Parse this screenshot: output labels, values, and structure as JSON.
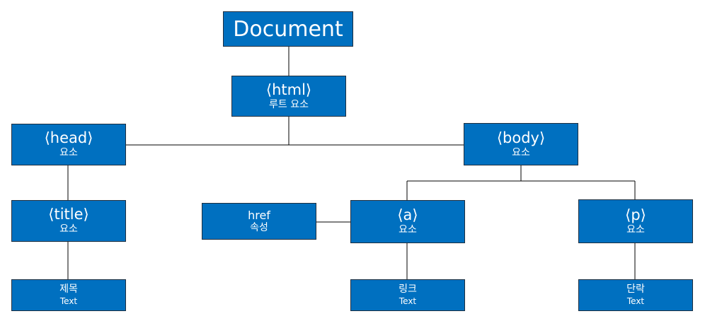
{
  "diagram": {
    "nodes": {
      "document": {
        "label": "Document"
      },
      "html": {
        "label": "⟨html⟩",
        "sub": "루트 요소"
      },
      "head": {
        "label": "⟨head⟩",
        "sub": "요소"
      },
      "body": {
        "label": "⟨body⟩",
        "sub": "요소"
      },
      "title": {
        "label": "⟨title⟩",
        "sub": "요소"
      },
      "href": {
        "label": "href",
        "sub": "속성"
      },
      "a": {
        "label": "⟨a⟩",
        "sub": "요소"
      },
      "p": {
        "label": "⟨p⟩",
        "sub": "요소"
      },
      "title_text": {
        "label": "제목",
        "sub": "Text"
      },
      "a_text": {
        "label": "링크",
        "sub": "Text"
      },
      "p_text": {
        "label": "단락",
        "sub": "Text"
      }
    },
    "edges": [
      [
        "document",
        "html"
      ],
      [
        "html",
        "head"
      ],
      [
        "html",
        "body"
      ],
      [
        "head",
        "title"
      ],
      [
        "body",
        "a"
      ],
      [
        "body",
        "p"
      ],
      [
        "a",
        "href"
      ],
      [
        "title",
        "title_text"
      ],
      [
        "a",
        "a_text"
      ],
      [
        "p",
        "p_text"
      ]
    ],
    "colors": {
      "node_fill": "#0070c0",
      "node_border": "#1f2f3f",
      "node_text": "#ffffff",
      "connector": "#000000"
    }
  }
}
